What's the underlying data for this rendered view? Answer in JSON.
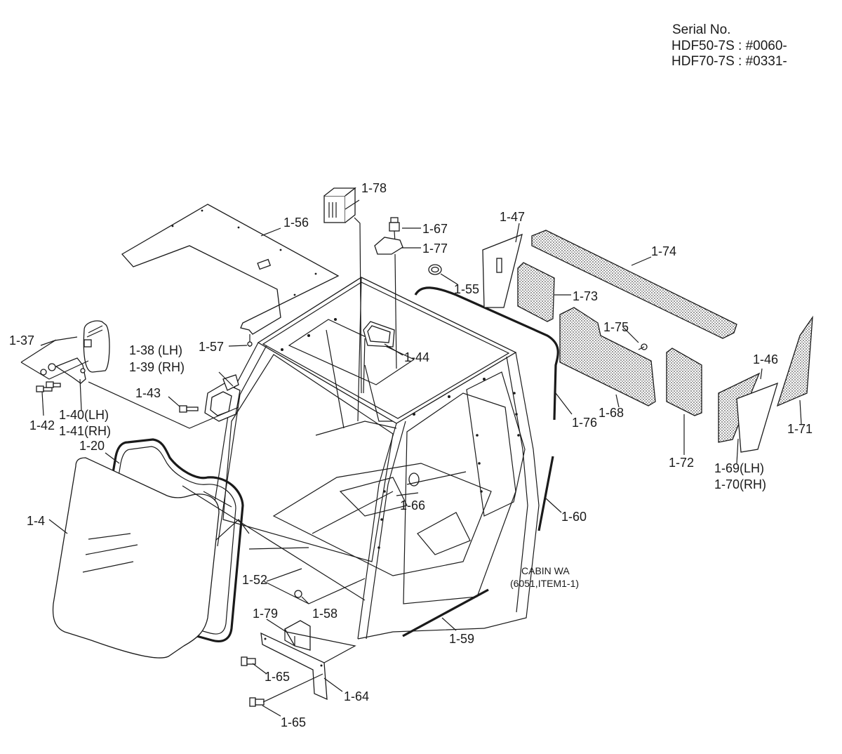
{
  "header": {
    "serial_title": "Serial No.",
    "serial_lines": [
      "HDF50-7S : #0060-",
      "HDF70-7S : #0331-"
    ]
  },
  "note": {
    "lines": [
      "CABIN WA",
      "(6051,ITEM1-1)"
    ]
  },
  "labels": {
    "p1_4": "1-4",
    "p1_20": "1-20",
    "p1_37": "1-37",
    "p1_38": "1-38 (LH)",
    "p1_39": "1-39 (RH)",
    "p1_40": "1-40(LH)",
    "p1_41": "1-41(RH)",
    "p1_42": "1-42",
    "p1_43": "1-43",
    "p1_44": "1-44",
    "p1_46": "1-46",
    "p1_47": "1-47",
    "p1_52": "1-52",
    "p1_55": "1-55",
    "p1_56": "1-56",
    "p1_57": "1-57",
    "p1_58": "1-58",
    "p1_59": "1-59",
    "p1_60": "1-60",
    "p1_64": "1-64",
    "p1_65a": "1-65",
    "p1_65b": "1-65",
    "p1_66": "1-66",
    "p1_67": "1-67",
    "p1_68": "1-68",
    "p1_69": "1-69(LH)",
    "p1_70": "1-70(RH)",
    "p1_71": "1-71",
    "p1_72": "1-72",
    "p1_73": "1-73",
    "p1_74": "1-74",
    "p1_75": "1-75",
    "p1_76": "1-76",
    "p1_77": "1-77",
    "p1_78": "1-78",
    "p1_79": "1-79"
  }
}
